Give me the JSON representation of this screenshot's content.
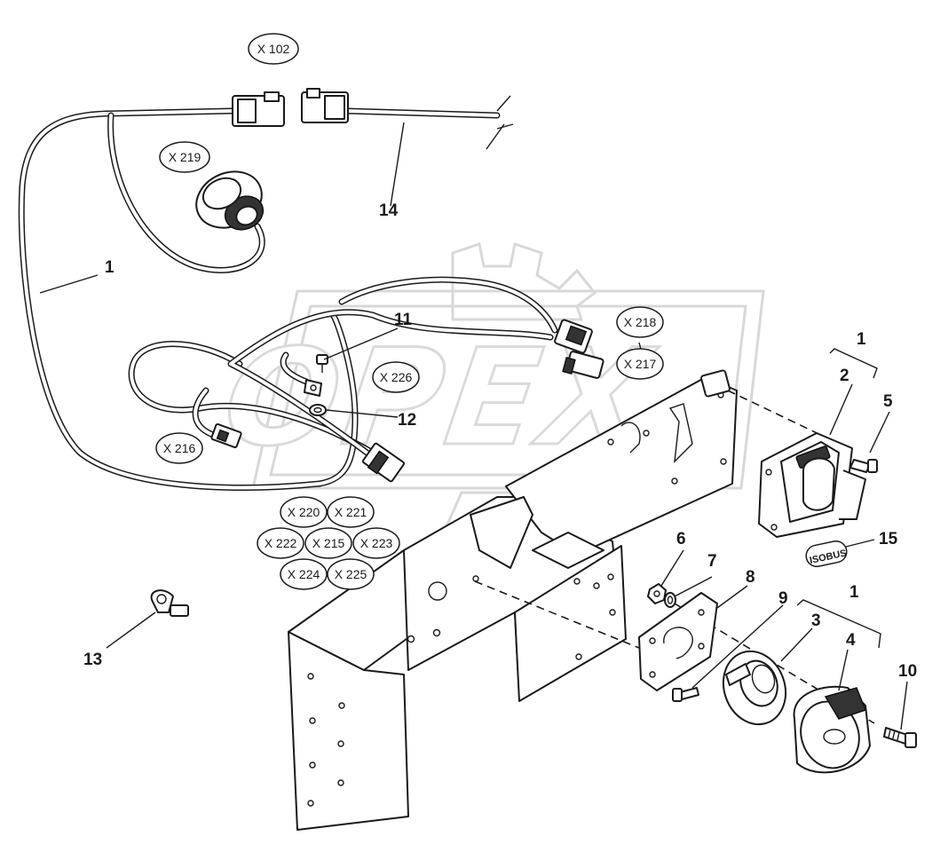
{
  "watermark": {
    "text": "OPEX",
    "color": "#d8d8d8"
  },
  "connector_labels": {
    "x102": "X 102",
    "x219": "X 219",
    "x218": "X 218",
    "x217": "X 217",
    "x226": "X 226",
    "x216": "X 216",
    "x220": "X 220",
    "x221": "X 221",
    "x222": "X 222",
    "x215": "X 215",
    "x223": "X 223",
    "x224": "X 224",
    "x225": "X 225"
  },
  "callouts": {
    "c1a": "1",
    "c1b": "1",
    "c1c": "1",
    "c2": "2",
    "c3": "3",
    "c4": "4",
    "c5": "5",
    "c6": "6",
    "c7": "7",
    "c8": "8",
    "c9": "9",
    "c10": "10",
    "c11": "11",
    "c12": "12",
    "c13": "13",
    "c14": "14",
    "c15": "15"
  },
  "isobus_label": "ISOBUS",
  "line_color": "#1a1a1a"
}
